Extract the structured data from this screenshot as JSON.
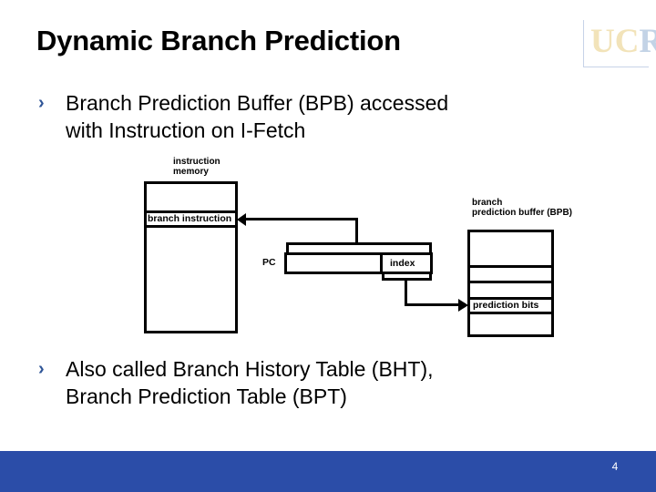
{
  "slide": {
    "title": "Dynamic Branch Prediction",
    "page_number": "4",
    "footer_color": "#2b4da8",
    "bullet_marker": "›",
    "bullet_color": "#2f5597"
  },
  "logo": {
    "part_one": "UC",
    "part_two": "R",
    "color_uc": "#f2e3b9",
    "color_r": "#c3d3e6"
  },
  "bullets": [
    {
      "marker": "›",
      "text": "Branch Prediction Buffer (BPB) accessed\nwith Instruction on I-Fetch"
    },
    {
      "marker": "›",
      "text": "Also called Branch History Table (BHT),\nBranch Prediction Table (BPT)"
    }
  ],
  "diagram": {
    "labels": {
      "instruction_memory": "instruction\nmemory",
      "branch_instruction": "branch instruction",
      "pc": "PC",
      "index": "index",
      "bpb": "branch\nprediction buffer (BPB)",
      "prediction_bits": "prediction bits"
    }
  }
}
